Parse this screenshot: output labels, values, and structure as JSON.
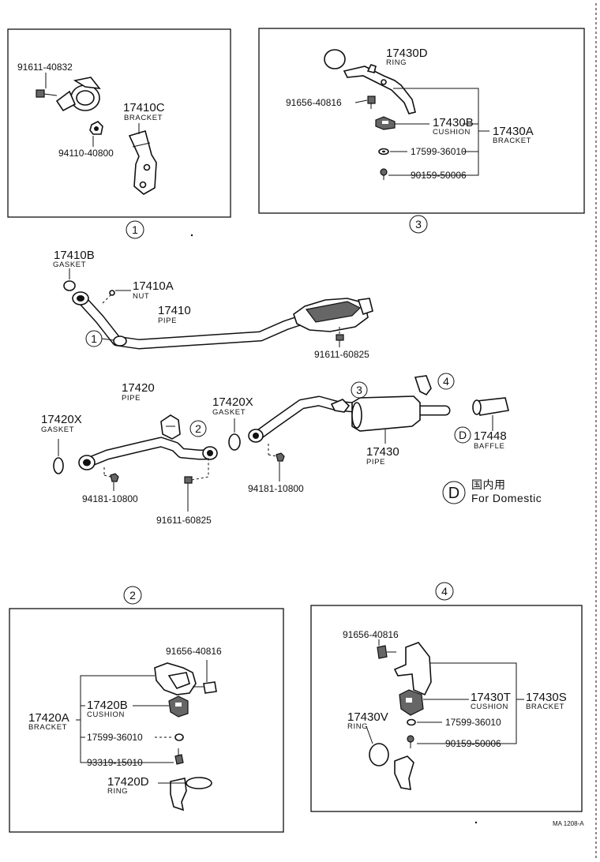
{
  "diagram": {
    "reference": "MA 1208-A",
    "callouts": {
      "c1": "1",
      "c2": "2",
      "c3": "3",
      "c4": "4",
      "d": "D"
    },
    "domestic_note": {
      "jp": "国内用",
      "en": "For Domestic"
    },
    "box1": {
      "bolt": "91611-40832",
      "nut": "94110-40800",
      "bracket_no": "17410C",
      "bracket_name": "BRACKET"
    },
    "box3": {
      "ring_no": "17430D",
      "ring_name": "RING",
      "bolt": "91656-40816",
      "cushion_no": "17430B",
      "cushion_name": "CUSHION",
      "assy_no": "17430A",
      "assy_name": "BRACKET",
      "washer": "17599-36010",
      "screw": "90159-50006"
    },
    "main": {
      "gasket1_no": "17410B",
      "gasket1_name": "GASKET",
      "nut_no": "17410A",
      "nut_name": "NUT",
      "pipe1_no": "17410",
      "pipe1_name": "PIPE",
      "bolt1": "91611-60825",
      "pipe2_no": "17420",
      "pipe2_name": "PIPE",
      "gasket2_no": "17420X",
      "gasket2_name": "GASKET",
      "gasket3_no": "17420X",
      "gasket3_name": "GASKET",
      "nut2": "94181-10800",
      "bolt2": "91611-60825",
      "nut3": "94181-10800",
      "pipe3_no": "17430",
      "pipe3_name": "PIPE",
      "baffle_no": "17448",
      "baffle_name": "BAFFLE"
    },
    "box2": {
      "bolt": "91656-40816",
      "assy_no": "17420A",
      "assy_name": "BRACKET",
      "cushion_no": "17420B",
      "cushion_name": "CUSHION",
      "washer": "17599-36010",
      "nut": "93319-15010",
      "ring_no": "17420D",
      "ring_name": "RING"
    },
    "box4": {
      "bolt": "91656-40816",
      "cushion_no": "17430T",
      "cushion_name": "CUSHION",
      "assy_no": "17430S",
      "assy_name": "BRACKET",
      "ring_no": "17430V",
      "ring_name": "RING",
      "washer": "17599-36010",
      "screw": "90159-50006"
    }
  }
}
